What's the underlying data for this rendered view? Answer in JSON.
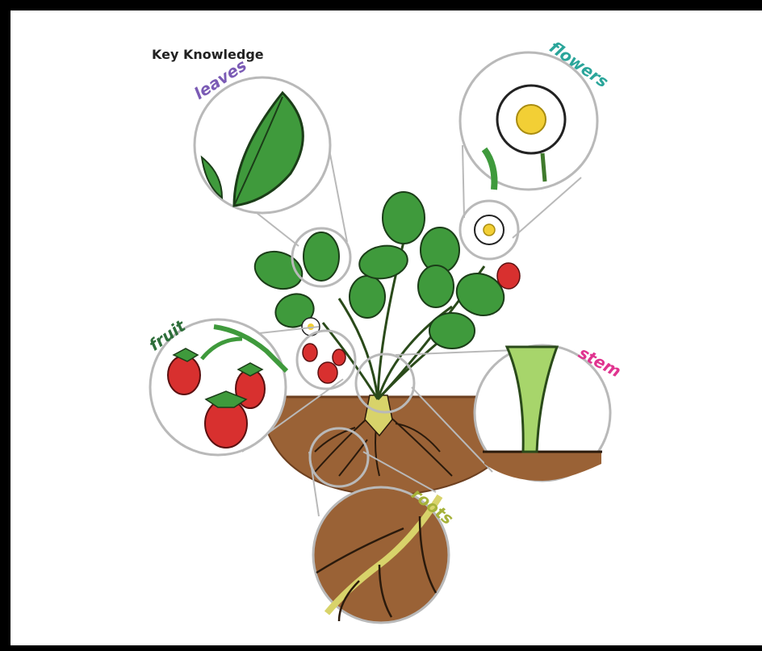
{
  "heading": "Key Knowledge",
  "labels": {
    "leaves": "leaves",
    "flowers": "flowers",
    "fruit": "fruit",
    "stem": "stem",
    "roots": "roots"
  },
  "colors": {
    "leaves": "#7b5bb5",
    "flowers": "#2aa59a",
    "fruit": "#2e6e3a",
    "stem": "#e0348f",
    "roots": "#a6b23a",
    "leaf_green": "#3f9a3c",
    "soil": "#9a6236",
    "outline_circle": "#b9b9b9"
  }
}
